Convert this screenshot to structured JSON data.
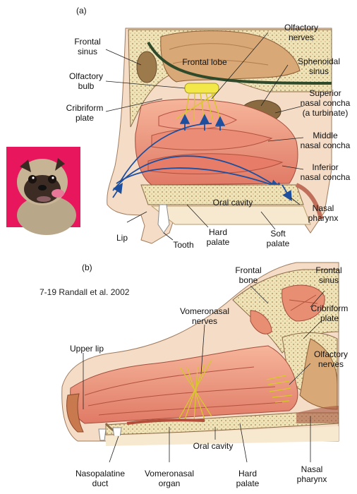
{
  "panel_a": {
    "letter": "(a)",
    "labels": {
      "frontal_sinus": "Frontal\nsinus",
      "olfactory_bulb": "Olfactory\nbulb",
      "cribriform_plate": "Cribriform\nplate",
      "frontal_lobe": "Frontal lobe",
      "olfactory_nerves": "Olfactory\nnerves",
      "sphenoidal_sinus": "Sphenoidal\nsinus",
      "superior_concha": "Superior\nnasal concha\n(a turbinate)",
      "middle_concha": "Middle\nnasal concha",
      "inferior_concha": "Inferior\nnasal concha",
      "oral_cavity": "Oral cavity",
      "nasal_pharynx": "Nasal\npharynx",
      "lip": "Lip",
      "tooth": "Tooth",
      "hard_palate": "Hard\npalate",
      "soft_palate": "Soft\npalate"
    }
  },
  "panel_b": {
    "letter": "(b)",
    "labels": {
      "frontal_bone": "Frontal\nbone",
      "frontal_sinus": "Frontal\nsinus",
      "vomeronasal_nerves": "Vomeronasal\nnerves",
      "cribriform_plate": "Cribriform\nplate",
      "upper_lip": "Upper lip",
      "olfactory_nerves": "Olfactory\nnerves",
      "oral_cavity": "Oral cavity",
      "nasopalatine_duct": "Nasopalatine\nduct",
      "vomeronasal_organ": "Vomeronasal\norgan",
      "hard_palate": "Hard\npalate",
      "nasal_pharynx": "Nasal\npharynx"
    }
  },
  "credit": "7-19 Randall et al. 2002",
  "colors": {
    "dog_background": "#e8175d",
    "nasal_mucosa": "#e9967a",
    "bone": "#efe3b8",
    "brain": "#d9a877",
    "airflow": "#1d4f9e",
    "nerves": "#f2e84a"
  }
}
